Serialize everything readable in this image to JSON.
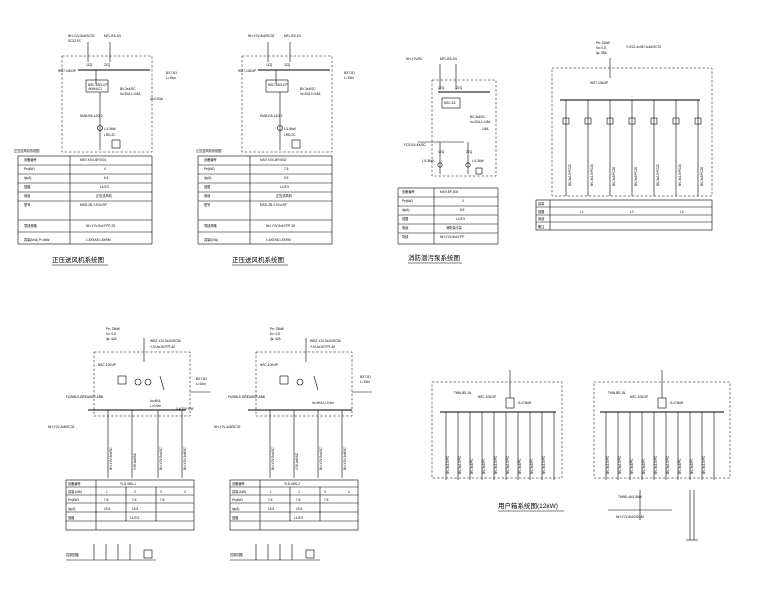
{
  "captions": {
    "d1": "正压送风机系统图",
    "d2": "正压送风机系统图",
    "d3": "消防潜污泵系统图",
    "d6": "用户箱系统图(12kW)"
  },
  "colors": {
    "ink": "#000000",
    "paper": "#ffffff"
  },
  "icons": [
    "breaker-icon",
    "meter-icon",
    "contactor-icon",
    "ground-icon"
  ]
}
